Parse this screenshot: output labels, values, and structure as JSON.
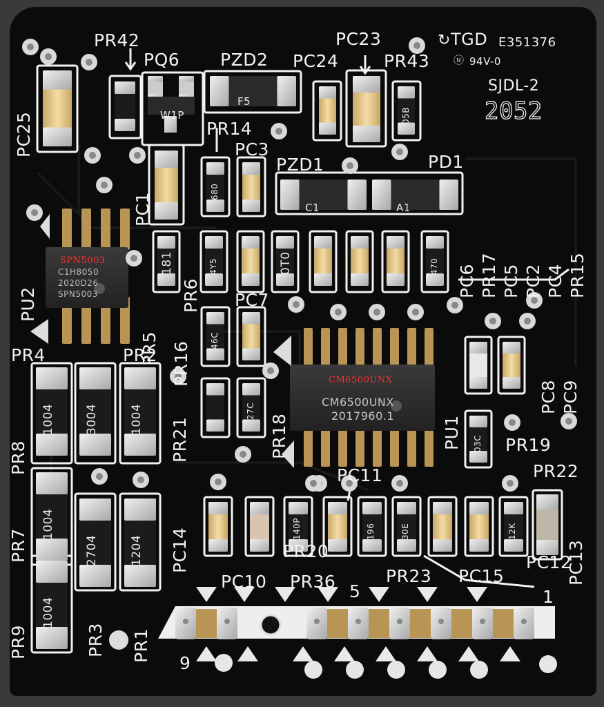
{
  "board": {
    "maker_mark": "TGD",
    "ul_number": "E351376",
    "flame_rating": "94V-0",
    "model": "SJDL-2",
    "date_code": "2052"
  },
  "chips": {
    "u2_overlay": "SPN5003",
    "u2_mark_1": "C1H8050",
    "u2_mark_2": "2020D26",
    "u2_mark_3": "SPN5003",
    "u1_overlay": "CM6500UNX",
    "u1_mark_1": "CM6500UNX",
    "u1_mark_2": "2017960.1"
  },
  "component_marks": {
    "pq6": "W1P",
    "pzd2": "F5",
    "pzd1": "C1",
    "pd1": "A1",
    "pr43": "05B",
    "pr14": "680",
    "pr6": "181",
    "pr17": "4Y5",
    "pr5": "0T0",
    "pr15": "470",
    "pr16": "46C",
    "pr18": "27C",
    "pr19": "03C",
    "pr8": "1004",
    "pr4": "3004",
    "pr2": "1004",
    "pr7": "1004",
    "pr3": "2704",
    "pr1": "1204",
    "pr9": "1004",
    "pr20": "140P",
    "pr36": "196",
    "pr23": "30E",
    "pr22": "12K"
  },
  "labels": {
    "PR42": "PR42",
    "PQ6": "PQ6",
    "PZD2": "PZD2",
    "PC24": "PC24",
    "PC23": "PC23",
    "PR43": "PR43",
    "PC25": "PC25",
    "PR14": "PR14",
    "PC3": "PC3",
    "PZD1": "PZD1",
    "PD1": "PD1",
    "PC1": "PC1",
    "PU2": "PU2",
    "PR6": "PR6",
    "PC6": "PC6",
    "PR17": "PR17",
    "PC5": "PC5",
    "PC2": "PC2",
    "PC4": "PC4",
    "PR15": "PR15",
    "PR5": "PR5",
    "PC7": "PC7",
    "PR16": "PR16",
    "PR4": "PR4",
    "PR2": "PR2",
    "PR8": "PR8",
    "PR21": "PR21",
    "PR18": "PR18",
    "PU1": "PU1",
    "PC8": "PC8",
    "PC9": "PC9",
    "PR19": "PR19",
    "PR22": "PR22",
    "PC11": "PC11",
    "PR7": "PR7",
    "PC14": "PC14",
    "PC13": "PC13",
    "PR20": "PR20",
    "PC10": "PC10",
    "PR36": "PR36",
    "PR23": "PR23",
    "PC15": "PC15",
    "PC12": "PC12",
    "PR9": "PR9",
    "PR3": "PR3",
    "PR1": "PR1",
    "pin5": "5",
    "pin1": "1",
    "pin9": "9"
  },
  "colors": {
    "board": "#0b0b0c",
    "silkscreen": "#f2f2f2",
    "pad": "#d2d2d2",
    "resistor_body": "#1b1b1b",
    "capacitor_body": "#e9c98a",
    "pin_gold": "#b89455",
    "annotation_red": "#ff3030"
  }
}
